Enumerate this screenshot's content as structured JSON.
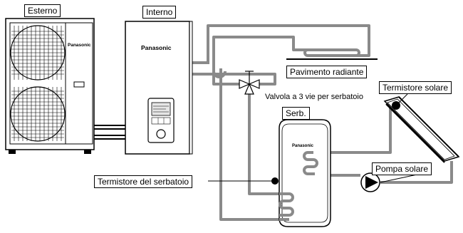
{
  "diagram": {
    "labels": {
      "outdoor_unit": "Esterno",
      "indoor_unit": "Interno",
      "floor_heating": "Pavimento radiante",
      "three_way_valve": "Valvola a 3 vie per serbatoio",
      "solar_thermistor": "Termistore solare",
      "tank": "Serb.",
      "tank_thermistor": "Termistore del serbatoio",
      "solar_pump": "Pompa solare"
    },
    "brand": {
      "outdoor": "Panasonic",
      "indoor": "Panasonic",
      "tank": "Panasonic"
    },
    "colors": {
      "pipe": "#8a8a8a",
      "line": "#000000",
      "background": "#ffffff"
    }
  }
}
